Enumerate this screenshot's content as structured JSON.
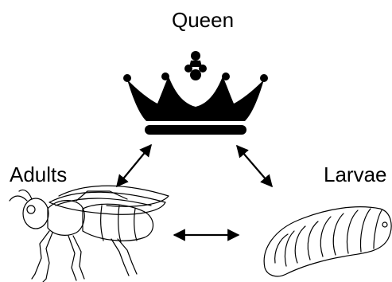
{
  "nodes": {
    "queen": {
      "label": "Queen",
      "icon": "crown-icon"
    },
    "adults": {
      "label": "Adults",
      "icon": "bee-icon"
    },
    "larvae": {
      "label": "Larvae",
      "icon": "larva-icon"
    }
  },
  "edges": [
    {
      "from": "queen",
      "to": "adults",
      "direction": "both"
    },
    {
      "from": "queen",
      "to": "larvae",
      "direction": "both"
    },
    {
      "from": "adults",
      "to": "larvae",
      "direction": "both"
    }
  ],
  "colors": {
    "ink": "#000000",
    "background": "#ffffff"
  }
}
